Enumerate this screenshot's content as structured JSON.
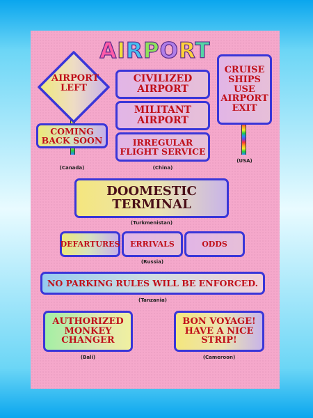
{
  "title": {
    "letters": [
      "A",
      "I",
      "R",
      "P",
      "O",
      "R",
      "T"
    ],
    "colors": [
      "#ff5ba8",
      "#f3df3b",
      "#45c0f0",
      "#8fe35a",
      "#b07ee8",
      "#ffd23a",
      "#52d6a6"
    ]
  },
  "signs": {
    "canada_diamond": "AIRPORT LEFT",
    "canada_small": "COMING BACK SOON",
    "china_1": "CIVILIZED AIRPORT",
    "china_2": "MILITANT AIRPORT",
    "china_3": "IRREGULAR FLIGHT SERVICE",
    "usa": "CRUISE SHIPS USE AIRPORT EXIT",
    "turkmenistan": "DOOMESTIC TERMINAL",
    "russia_1": "DEFARTURES",
    "russia_2": "ERRIVALS",
    "russia_3": "ODDS",
    "tanzania": "NO PARKING RULES WILL BE ENFORCED.",
    "bali": "AUTHORIZED MONKEY CHANGER",
    "cameroon": "BON VOYAGE! HAVE A NICE STRIP!"
  },
  "countries": {
    "canada": "(Canada)",
    "china": "(China)",
    "usa": "(USA)",
    "turkmenistan": "(Turkmenistan)",
    "russia": "(Russia)",
    "tanzania": "(Tanzania)",
    "bali": "(Bali)",
    "cameroon": "(Cameroon)"
  },
  "colors": {
    "background_gradient": [
      "#0aa6ee",
      "#e9fbff"
    ],
    "poster": "#f5a8cb",
    "sign_border": "#3a36d8",
    "sign_text": "#c0101a",
    "turkmenistan_text": "#4a0f18"
  }
}
